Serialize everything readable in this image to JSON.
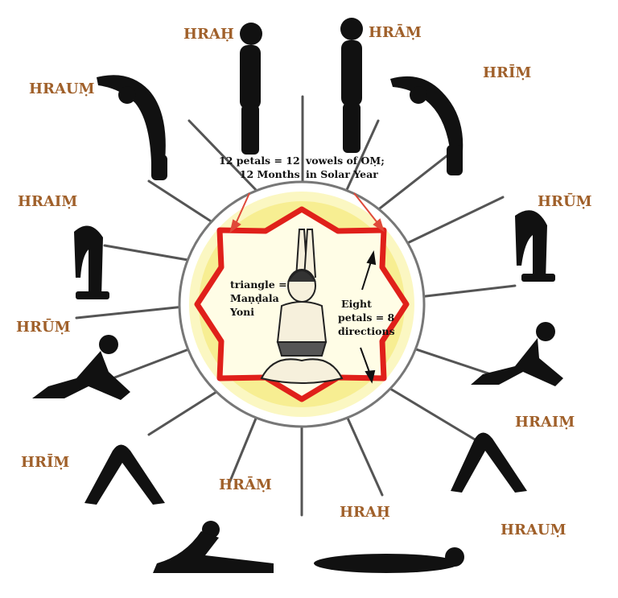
{
  "mantras": [
    {
      "id": "top-left",
      "text": "HRAḤ"
    },
    {
      "id": "top-right",
      "text": "HRĀṂ"
    },
    {
      "id": "upper-right",
      "text": "HRĪṂ"
    },
    {
      "id": "right",
      "text": "HRŪṂ"
    },
    {
      "id": "lower-right",
      "text": "HRAIṂ"
    },
    {
      "id": "bottom-right",
      "text": "HRAUṂ"
    },
    {
      "id": "bottom-center-right",
      "text": "HRAḤ"
    },
    {
      "id": "bottom-center-left",
      "text": "HRĀṂ"
    },
    {
      "id": "lower-left",
      "text": "HRĪṂ"
    },
    {
      "id": "left",
      "text": "HRŪṂ"
    },
    {
      "id": "upper-left",
      "text": "HRAIṂ"
    },
    {
      "id": "top-far-left",
      "text": "HRAUṂ"
    }
  ],
  "notes": {
    "petals_left_line1": "12 petals =  12",
    "petals_left_line2": "12 Months",
    "petals_right_line1": "vowels of  OṂ;",
    "petals_right_line2": "in Solar Year",
    "triangle_line1": "triangle =",
    "triangle_line2": "Maṇḍala",
    "triangle_line3": "Yoni",
    "eight_line1": "Eight",
    "eight_line2": "petals = 8",
    "eight_line3": "directions"
  },
  "colors": {
    "mantra_text": "#a0602a",
    "silhouette": "#111111",
    "red_ring": "#e0201a",
    "yellow_disc": "#f6ef9c",
    "arrow_red": "#e04a3a"
  }
}
